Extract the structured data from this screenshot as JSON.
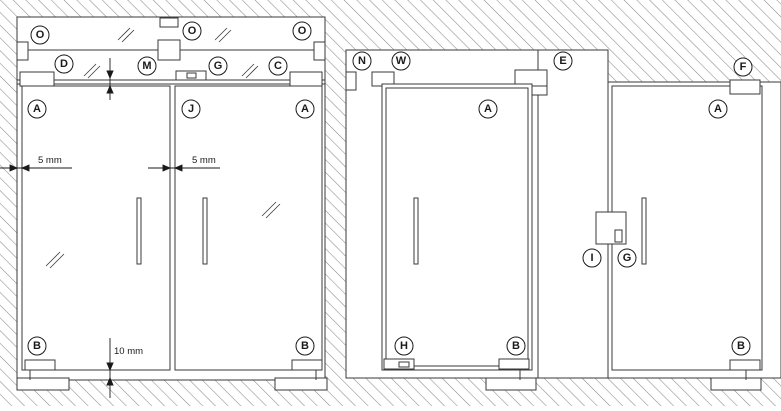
{
  "diagram": {
    "callouts": {
      "A": "A",
      "B": "B",
      "C": "C",
      "D": "D",
      "E": "E",
      "F": "F",
      "G": "G",
      "H": "H",
      "I": "I",
      "J": "J",
      "M": "M",
      "N": "N",
      "O": "O",
      "W": "W"
    },
    "dimensions": {
      "side_gap_left": "5 mm",
      "side_gap_right": "5 mm",
      "bottom_gap": "10 mm"
    },
    "colors": {
      "line": "#3a3a3a",
      "hatch": "#8a8a8a",
      "panel_fill": "#ffffff",
      "callout_fill": "#ffffff"
    }
  }
}
